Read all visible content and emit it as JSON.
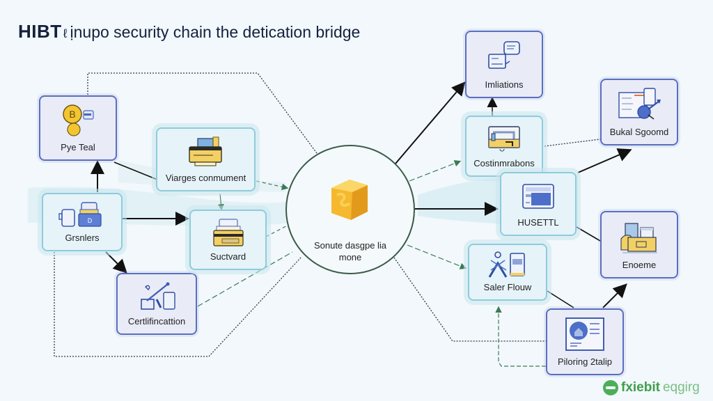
{
  "title": {
    "brand": "HIBT",
    "glyph": "ℓ",
    "text": "ịnupo security chain the detication bridge"
  },
  "hub": {
    "icon": "gold-cube-icon",
    "label_line1": "Sonute dasgpe lia",
    "label_line2": "mone"
  },
  "nodes": [
    {
      "id": "pye-teal",
      "label": "Pye Teal",
      "icon": "coin-wallet-icon",
      "style": "purple"
    },
    {
      "id": "grsnlers",
      "label": "Grsnlers",
      "icon": "server-device-icon",
      "style": "teal"
    },
    {
      "id": "certification",
      "label": "Certlifincattion",
      "icon": "tools-document-icon",
      "style": "purple"
    },
    {
      "id": "viarges-conmument",
      "label": "Viarges conmument",
      "icon": "printer-icon",
      "style": "teal"
    },
    {
      "id": "suctvard",
      "label": "Suctvard",
      "icon": "card-stack-icon",
      "style": "teal"
    },
    {
      "id": "imliations",
      "label": "Imliations",
      "icon": "chat-documents-icon",
      "style": "purple"
    },
    {
      "id": "costinmrabons",
      "label": "Costinmrabons",
      "icon": "pipe-box-icon",
      "style": "teal"
    },
    {
      "id": "bukal-sgoomd",
      "label": "Bukal Sgoomd",
      "icon": "document-magnifier-icon",
      "style": "purple"
    },
    {
      "id": "husettl",
      "label": "HUSETTL",
      "icon": "browser-window-icon",
      "style": "teal"
    },
    {
      "id": "enoeme",
      "label": "Enoeme",
      "icon": "folder-files-icon",
      "style": "purple"
    },
    {
      "id": "saler-flouw",
      "label": "Saler Flouw",
      "icon": "tools-tablet-icon",
      "style": "teal"
    },
    {
      "id": "piloring-2talip",
      "label": "Piloring 2talip",
      "icon": "web-page-globe-icon",
      "style": "purple"
    }
  ],
  "logo": {
    "bold": "fxiebit",
    "light": "eqgirg"
  },
  "colors": {
    "background": "#f2f8fb",
    "purple_border": "#5a6fbf",
    "teal_border": "#8ecbdc",
    "gold": "#f3c84b",
    "green_accent": "#4caf58",
    "title_text": "#14213d"
  }
}
